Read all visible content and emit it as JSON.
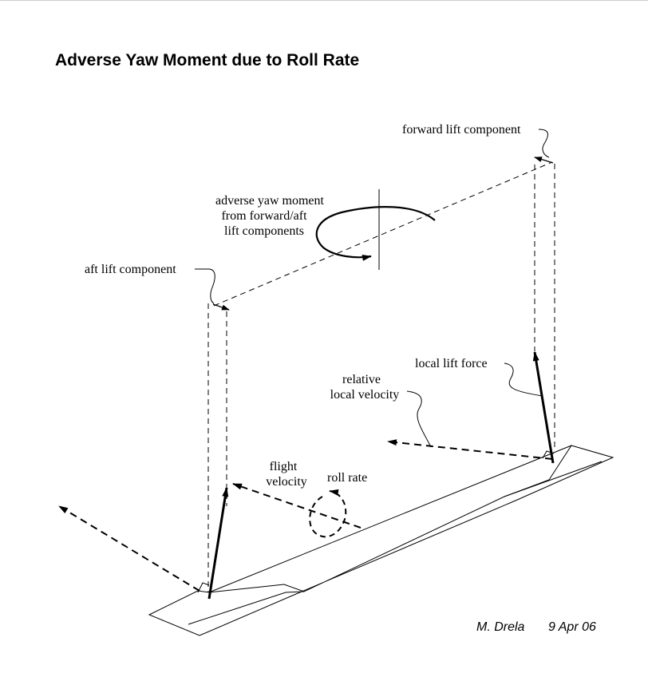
{
  "title": "Adverse Yaw Moment due to Roll Rate",
  "labels": {
    "forward_lift": "forward lift component",
    "adverse_yaw": [
      "adverse yaw moment",
      "from forward/aft",
      "lift components"
    ],
    "aft_lift": "aft lift component",
    "local_lift": "local lift force",
    "relative_velocity": [
      "relative",
      "local velocity"
    ],
    "flight_velocity": [
      "flight",
      "velocity"
    ],
    "roll_rate": "roll rate"
  },
  "credit": {
    "author": "M. Drela",
    "date": "9 Apr 06"
  }
}
